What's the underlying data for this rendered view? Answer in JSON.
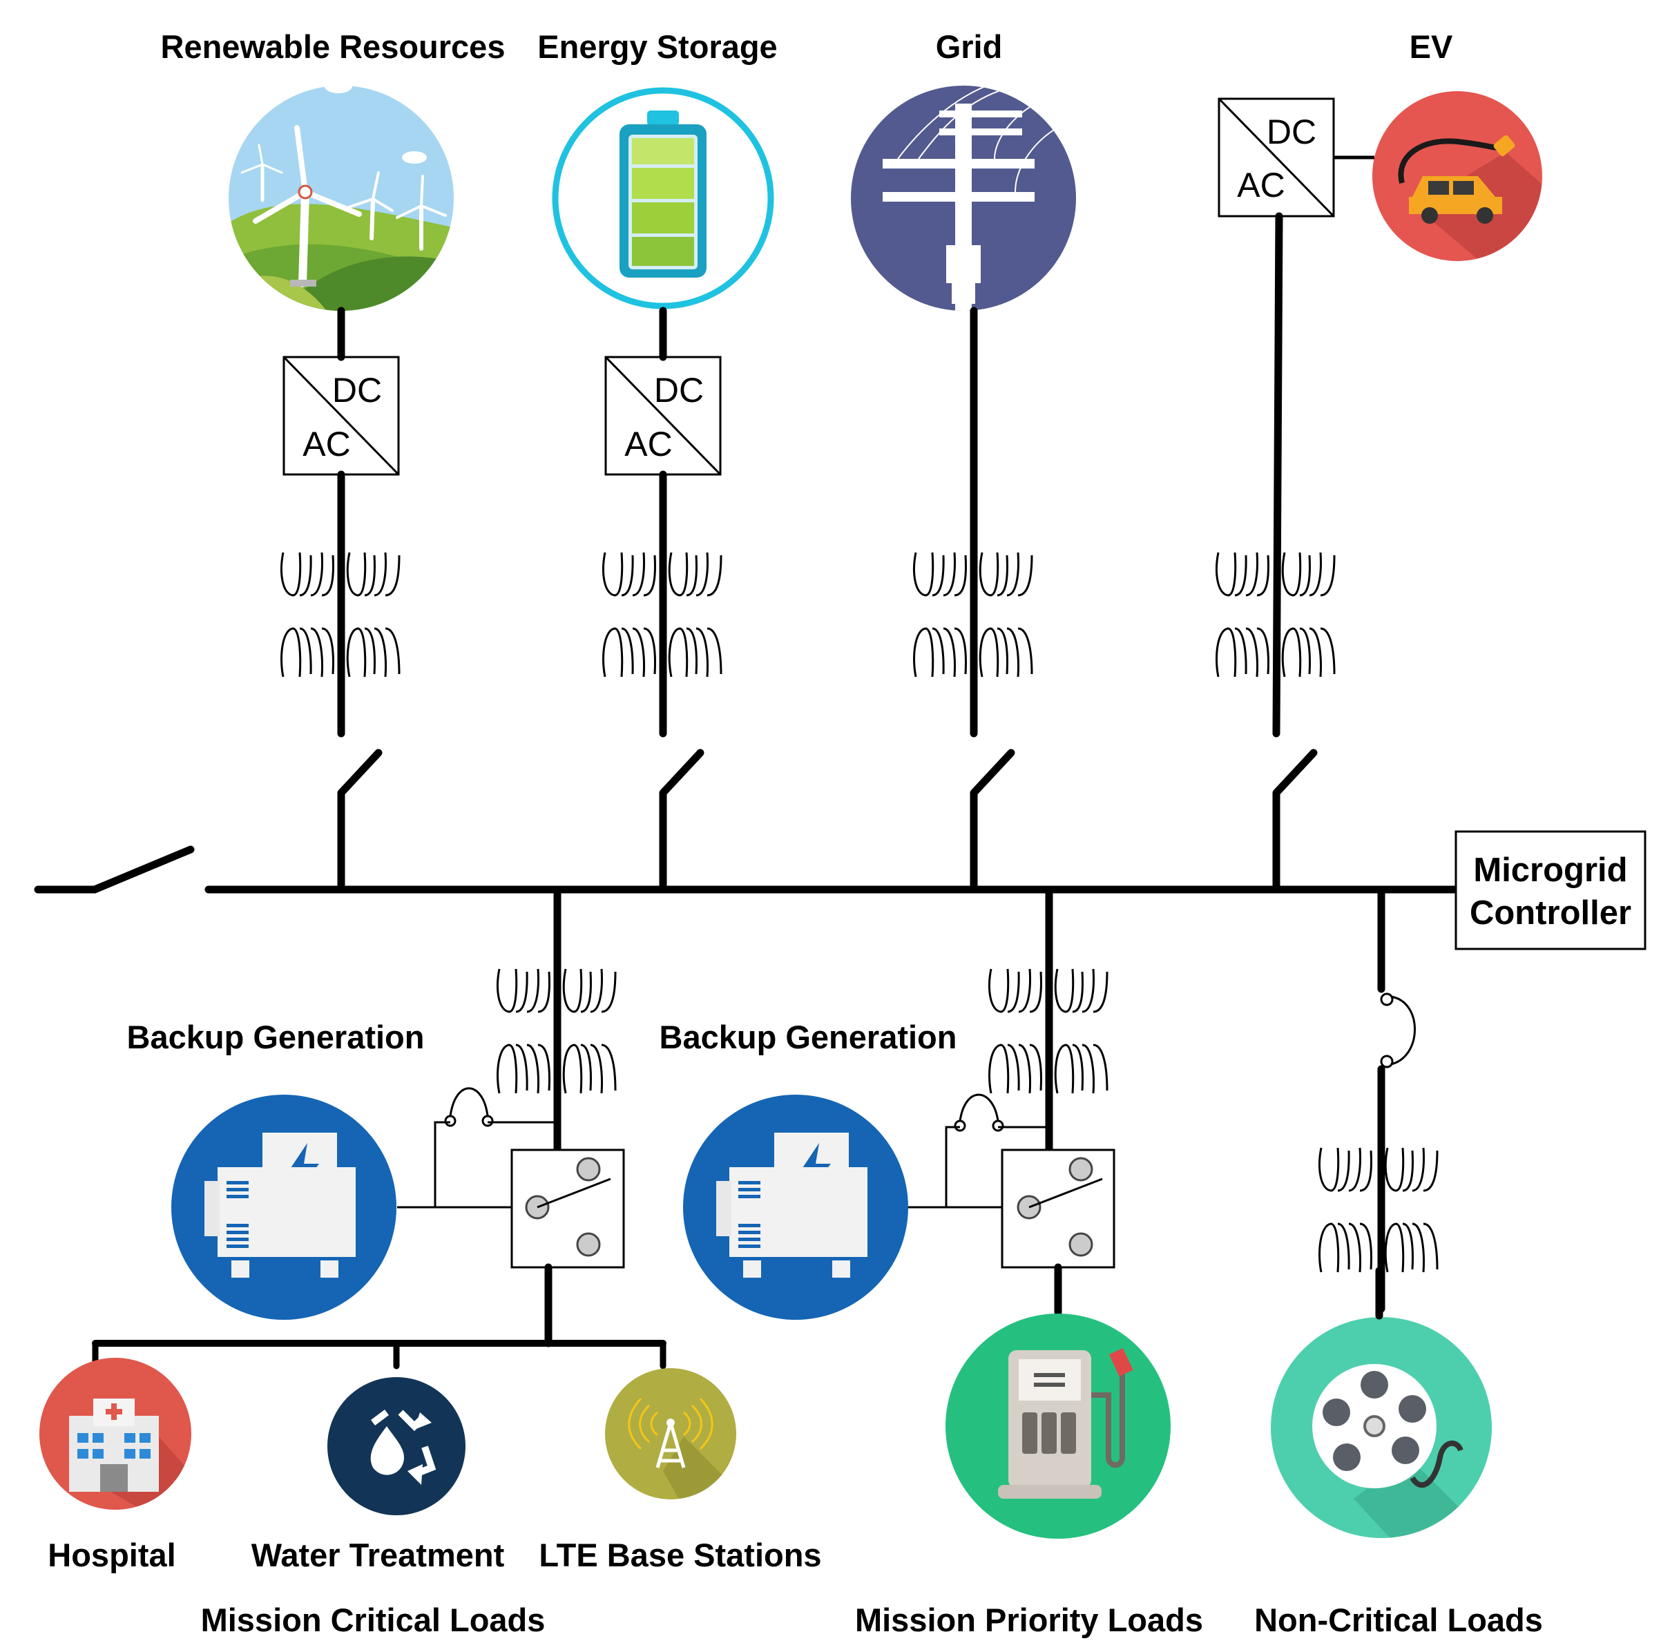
{
  "sources": {
    "renewable": {
      "title": "Renewable Resources",
      "icon": "wind-turbine-icon"
    },
    "storage": {
      "title": "Energy Storage",
      "icon": "battery-icon"
    },
    "grid": {
      "title": "Grid",
      "icon": "utility-pole-icon"
    },
    "ev": {
      "title": "EV",
      "icon": "electric-car-icon"
    }
  },
  "converter": {
    "dc": "DC",
    "ac": "AC"
  },
  "controller": {
    "line1": "Microgrid",
    "line2": "Controller"
  },
  "backup": {
    "left": "Backup Generation",
    "right": "Backup Generation",
    "icon": "generator-icon"
  },
  "loads": {
    "hospital": "Hospital",
    "water": "Water Treatment",
    "lte": "LTE Base Stations",
    "critical": "Mission Critical Loads",
    "priority": "Mission Priority Loads",
    "noncritical": "Non-Critical Loads"
  },
  "colors": {
    "grid_circle": "#525a8f",
    "ev_circle": "#e55650",
    "battery_ring": "#1fc2e0",
    "generator_circle": "#1565b4",
    "hospital_circle": "#e0574c",
    "water_circle": "#123456",
    "lte_circle": "#b0ad42",
    "fuel_circle": "#25c07f",
    "film_circle": "#4dcfad"
  }
}
